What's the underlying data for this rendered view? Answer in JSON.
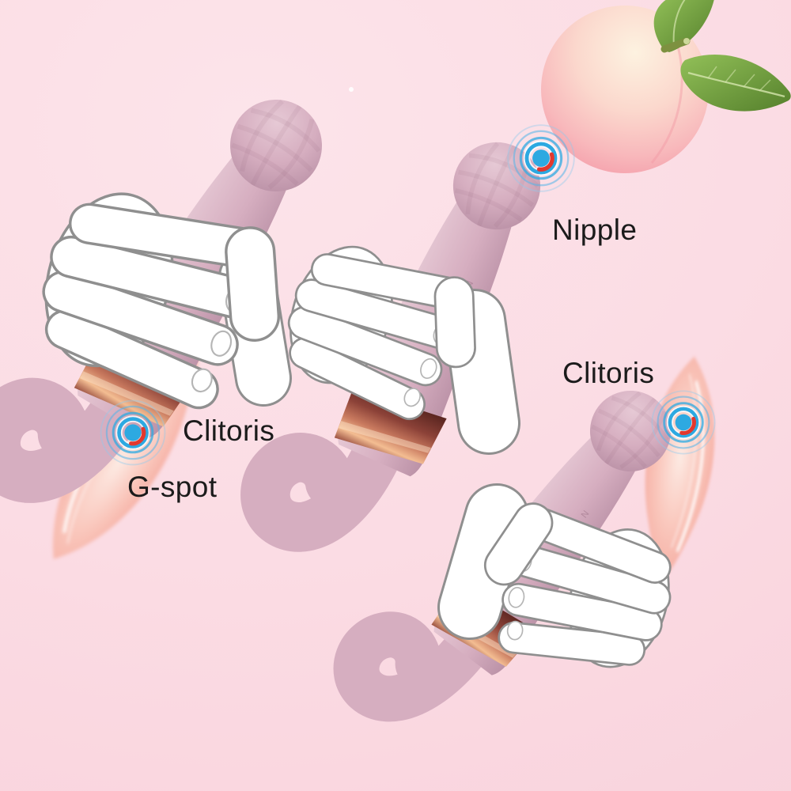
{
  "labels": {
    "nipple": "Nipple",
    "clitoris_left": "Clitoris",
    "g_spot": "G-spot",
    "clitoris_right": "Clitoris"
  },
  "icons": {
    "power_button_glyph": "N",
    "vibration_point": "concentric-ripple",
    "peach": "peach-fruit",
    "petal": "petal-leaf",
    "sparkle": "sparkle-dot"
  },
  "colors": {
    "background": "#fbdbe3",
    "label_text": "#1b1b1b",
    "device_body": "#d6aec0",
    "device_body_light": "#e6c9d5",
    "device_body_dark": "#bb92a7",
    "band_copper_dark": "#58241f",
    "band_copper": "#c97a5f",
    "band_copper_light": "#f3bd92",
    "hand_fill": "#ffffff",
    "hand_outline": "#8f8f8f",
    "peach_body": "#f8b9bc",
    "peach_highlight": "#fdf2e0",
    "leaf_green": "#74a33f",
    "petal_pink": "#f5a79c",
    "ripple_blue": "#2da9e1",
    "ripple_red": "#e3382e"
  }
}
